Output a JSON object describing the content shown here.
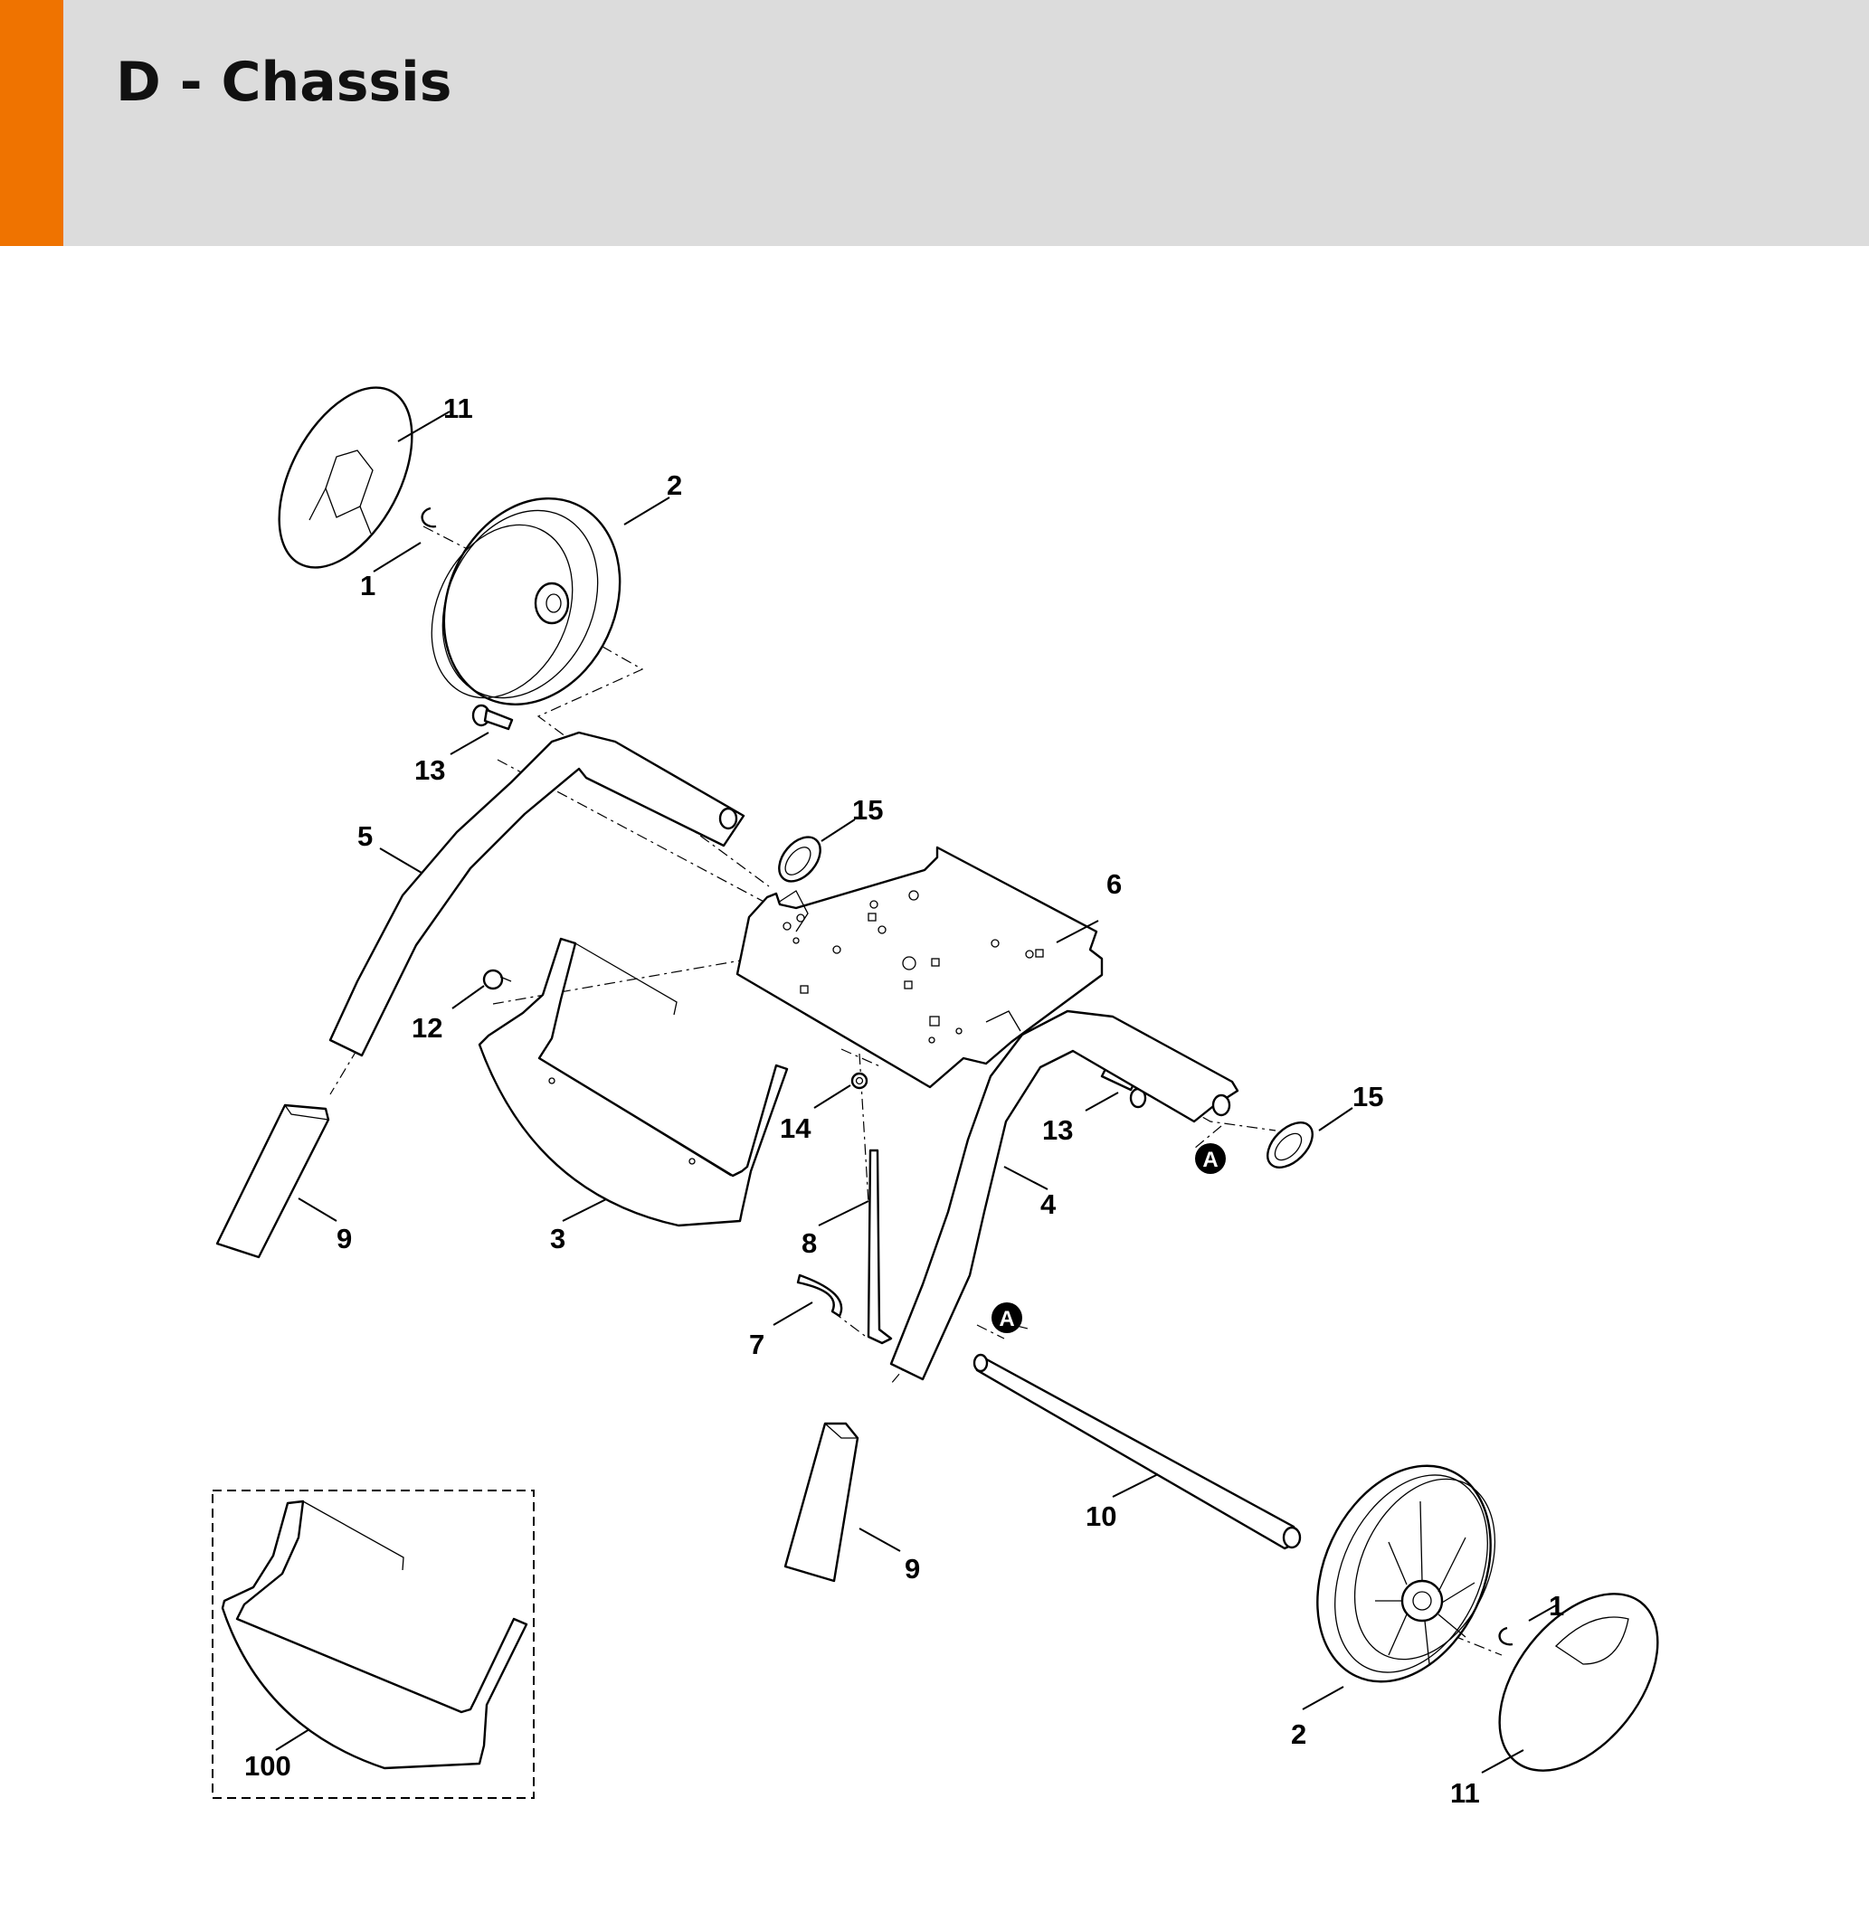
{
  "header": {
    "title": "D - Chassis",
    "accent_color": "#ef7300",
    "background_color": "#dcdcdc"
  },
  "callouts": {
    "c11a": "11",
    "c2a": "2",
    "c1a": "1",
    "c13a": "13",
    "c15a": "15",
    "c5": "5",
    "c6": "6",
    "c12": "12",
    "c15b": "15",
    "c13b": "13",
    "c14": "14",
    "c9a": "9",
    "c3": "3",
    "c8": "8",
    "c4": "4",
    "c7": "7",
    "c10": "10",
    "c9b": "9",
    "c1b": "1",
    "c2b": "2",
    "c11b": "11",
    "c100": "100"
  },
  "reference_markers": {
    "ra": "A",
    "rb": "A"
  }
}
